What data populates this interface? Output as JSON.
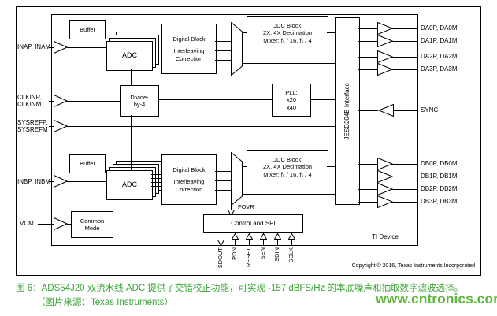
{
  "colors": {
    "line": "#000000",
    "caption_text": "#3aa535",
    "watermark_text": "#5fb83e"
  },
  "frame": {
    "device_label": "TI Device",
    "copyright": "Copyright © 2016, Texas Instruments Incorporated"
  },
  "left_pins": [
    {
      "line1": "INAP, INAM"
    },
    {
      "line1": "CLKINP,",
      "line2": "CLKINM"
    },
    {
      "line1": "SYSREFP,",
      "line2": "SYSREFM"
    },
    {
      "line1": "INBP, INBM"
    },
    {
      "line1": "VCM"
    }
  ],
  "right_pins": [
    "DA0P, DA0M,",
    "DA1P, DA1M",
    "DA2P, DA2M,",
    "DA3P, DA3M",
    "SYNC",
    "DB0P, DB0M,",
    "DB1P, DB1M",
    "DB2P, DB2M,",
    "DB3P, DB3M"
  ],
  "bottom_pins": [
    "SDOUT",
    "PDN",
    "RESET",
    "SEN",
    "SDIN",
    "SCLK"
  ],
  "blocks": {
    "buffer_top": "Buffer",
    "adc_top": "ADC",
    "digital_top": {
      "line1": "Digital Block",
      "line2": "Interleaving",
      "line3": "Correction"
    },
    "divider": {
      "line1": "Divide-",
      "line2": "by-4"
    },
    "ddc_top": {
      "line1": "DDC Block:",
      "line2": "2X, 4X Decimation",
      "line3": "Mixer: fₛ / 16, fₛ / 4"
    },
    "pll": {
      "line1": "PLL:",
      "line2": "x20",
      "line3": "x40"
    },
    "jesd": "JESD204B Interface",
    "buffer_bottom": "Buffer",
    "adc_bottom": "ADC",
    "digital_bottom": {
      "line1": "Digital Block",
      "line2": "Interleaving",
      "line3": "Correction"
    },
    "ddc_bottom": {
      "line1": "DDC Block:",
      "line2": "2X, 4X Decimation",
      "line3": "Mixer: fₛ / 16, fₛ / 4"
    },
    "common_mode": {
      "line1": "Common",
      "line2": "Mode"
    },
    "control_spi": "Control and SPI",
    "fovr": "FOVR"
  },
  "caption": {
    "line1": "图 6：ADS54J20 双流水线 ADC 提供了交错校正功能，可实现 -157 dBFS/Hz 的本底噪声和抽取数字滤波选择。",
    "line2": "（图片来源：Texas Instruments）"
  },
  "watermark": "www.cntronics.com"
}
